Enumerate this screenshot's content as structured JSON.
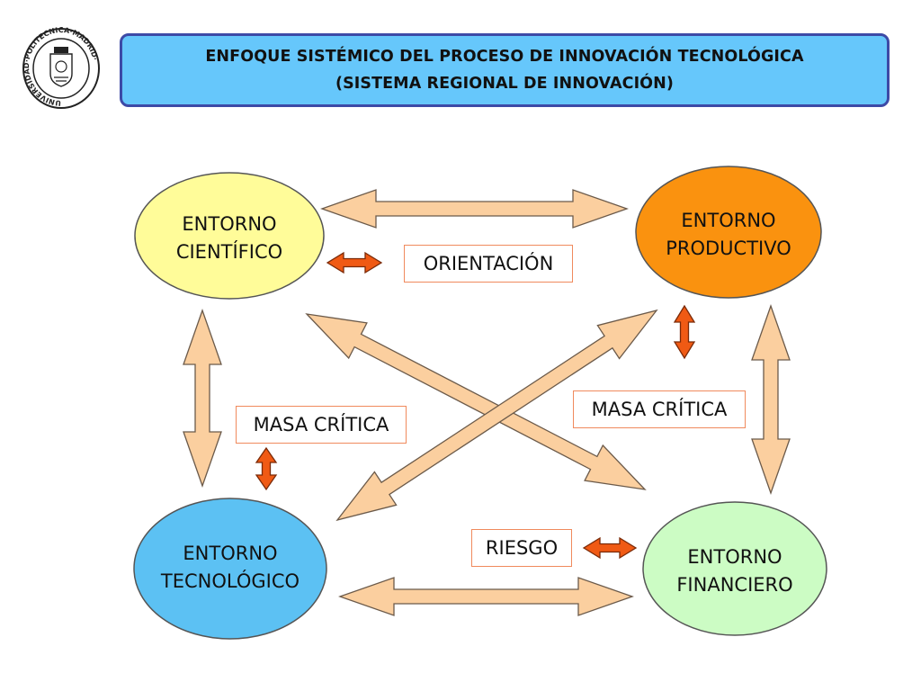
{
  "header": {
    "title_line1": "ENFOQUE SISTÉMICO DEL PROCESO DE INNOVACIÓN TECNOLÓGICA",
    "title_line2": "(SISTEMA REGIONAL DE INNOVACIÓN)"
  },
  "seal": {
    "text": "UNIVERSIDAD POLITECNICA MADRID",
    "icon": "university-seal-icon"
  },
  "nodes": {
    "cientifico": {
      "line1": "ENTORNO",
      "line2": "CIENTÍFICO",
      "color": "#fffc99"
    },
    "productivo": {
      "line1": "ENTORNO",
      "line2": "PRODUCTIVO",
      "color": "#fa920f"
    },
    "tecnologico": {
      "line1": "ENTORNO",
      "line2": "TECNOLÓGICO",
      "color": "#5cc1f3"
    },
    "financiero": {
      "line1": "ENTORNO",
      "line2": "FINANCIERO",
      "color": "#ccfcc4"
    }
  },
  "labels": {
    "orientacion": "ORIENTACIÓN",
    "masa_critica_left": "MASA CRÍTICA",
    "masa_critica_right": "MASA CRÍTICA",
    "riesgo": "RIESGO"
  },
  "colors": {
    "large_arrow_fill": "#fbcf9f",
    "small_arrow_fill": "#f05a14",
    "title_fill": "#66c7fb",
    "title_border": "#3d4aa6",
    "label_border": "#f08a5d"
  }
}
